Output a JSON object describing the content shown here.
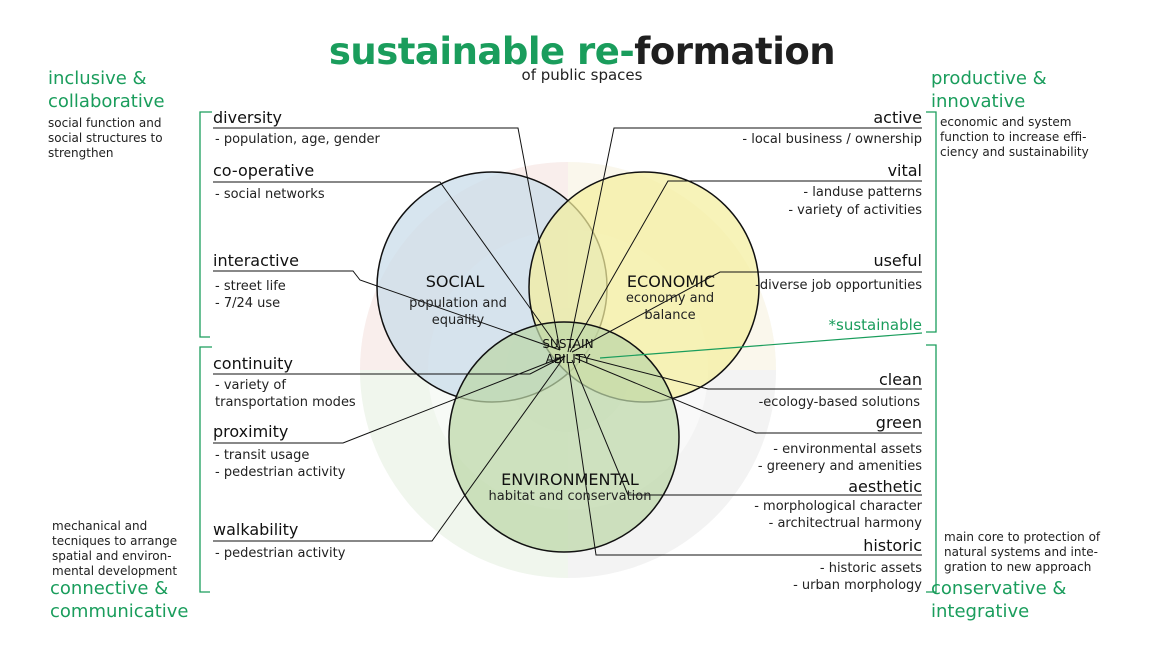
{
  "title": {
    "part1": "sustainable re-",
    "part2": "formation"
  },
  "subtitle": "of public spaces",
  "corners": {
    "tl": {
      "heading1": "inclusive &",
      "heading2": "collaborative",
      "note1": "social function and",
      "note2": "social structures to",
      "note3": "strengthen"
    },
    "tr": {
      "heading1": "productive &",
      "heading2": "innovative",
      "note1": "economic and system",
      "note2": "function to increase effi-",
      "note3": "ciency and sustainability"
    },
    "bl": {
      "heading1": "connective &",
      "heading2": "communicative",
      "note1": "mechanical and",
      "note2": "tecniques to arrange",
      "note3": "spatial and environ-",
      "note4": "mental development"
    },
    "br": {
      "heading1": "conservative &",
      "heading2": "integrative",
      "note1": "main core to protection of",
      "note2": "natural systems and inte-",
      "note3": "gration to new approach"
    }
  },
  "left_items": [
    {
      "label": "diversity",
      "d1": "- population, age, gender",
      "d2": ""
    },
    {
      "label": "co-operative",
      "d1": "- social networks",
      "d2": ""
    },
    {
      "label": "interactive",
      "d1": "- street life",
      "d2": "- 7/24 use"
    },
    {
      "label": "continuity",
      "d1": "- variety of",
      "d2": "transportation modes"
    },
    {
      "label": "proximity",
      "d1": "- transit usage",
      "d2": "- pedestrian activity"
    },
    {
      "label": "walkability",
      "d1": "- pedestrian activity",
      "d2": ""
    }
  ],
  "right_items": [
    {
      "label": "active",
      "d1": "- local business / ownership",
      "d2": ""
    },
    {
      "label": "vital",
      "d1": "- landuse patterns",
      "d2": "- variety of activities"
    },
    {
      "label": "useful",
      "d1": "-diverse  job opportunities",
      "d2": ""
    },
    {
      "label": "clean",
      "d1": "-ecology-based solutions",
      "d2": ""
    },
    {
      "label": "green",
      "d1": "- environmental assets",
      "d2": "- greenery and amenities"
    },
    {
      "label": "aesthetic",
      "d1": "- morphological character",
      "d2": "- architectrual harmony"
    },
    {
      "label": "historic",
      "d1": "- historic assets",
      "d2": "- urban morphology"
    }
  ],
  "sustainable_note": "*sustainable",
  "circles": {
    "social": {
      "title": "SOCIAL",
      "sub1": "population and",
      "sub2": "equality"
    },
    "economic": {
      "title": "ECONOMIC",
      "sub1": "economy and",
      "sub2": "balance"
    },
    "environmental": {
      "title": "ENVIRONMENTAL",
      "sub1": "habitat and conservation"
    },
    "center1": "SUSTAIN",
    "center2": "ABILITY"
  },
  "colors": {
    "green": "#1a9d5c",
    "social_fill": "#c9dcea",
    "economic_fill": "#f4ee9e",
    "environmental_fill": "#bcd7a8"
  }
}
